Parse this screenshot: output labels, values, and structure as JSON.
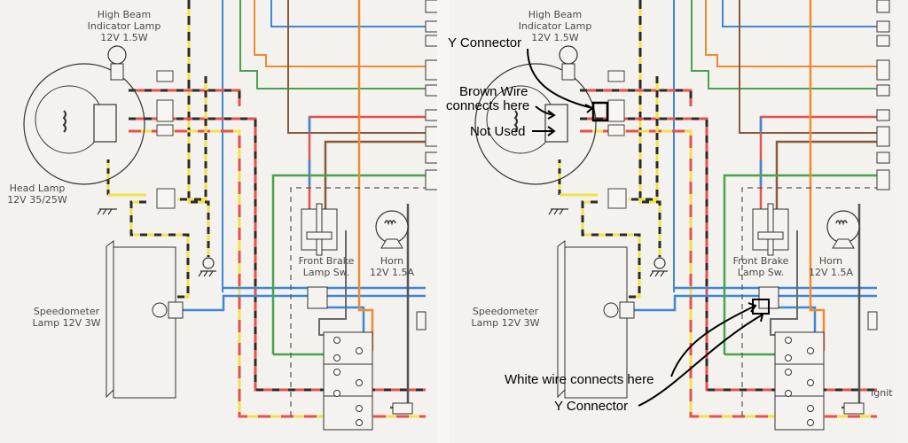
{
  "panels": [
    {
      "id": "original",
      "labels": {
        "high_beam_line1": "High Beam",
        "high_beam_line2": "Indicator Lamp",
        "high_beam_line3": "12V 1.5W",
        "head_lamp_line1": "Head Lamp",
        "head_lamp_line2": "12V 35/25W",
        "speedo_line1": "Speedometer",
        "speedo_line2": "Lamp 12V 3W",
        "brake_line1": "Front Brake",
        "brake_line2": "Lamp Sw.",
        "horn_line1": "Horn",
        "horn_line2": "12V 1.5A"
      }
    },
    {
      "id": "annotated",
      "labels": {
        "high_beam_line1": "High Beam",
        "high_beam_line2": "Indicator Lamp",
        "high_beam_line3": "12V 1.5W",
        "speedo_line1": "Speedometer",
        "speedo_line2": "Lamp 12V 3W",
        "brake_line1": "Front Brake",
        "brake_line2": "Lamp Sw.",
        "horn_line1": "Horn",
        "horn_line2": "12V 1.5A",
        "ignition_partial": "Ignit"
      },
      "annotations": {
        "y_connector_top": "Y Connector",
        "brown_wire_line1": "Brown Wire",
        "brown_wire_line2": "connects here",
        "not_used": "Not Used",
        "white_wire": "White wire connects here",
        "y_connector_bottom": "Y Connector"
      }
    }
  ],
  "wire_colors": {
    "yellow": "#f2e24a",
    "red": "#e8504a",
    "black": "#2a2a2a",
    "blue": "#3f86d6",
    "green": "#4aa24a",
    "orange": "#f08a2e",
    "brown": "#8a5a3a",
    "gray": "#6a6a6a"
  }
}
